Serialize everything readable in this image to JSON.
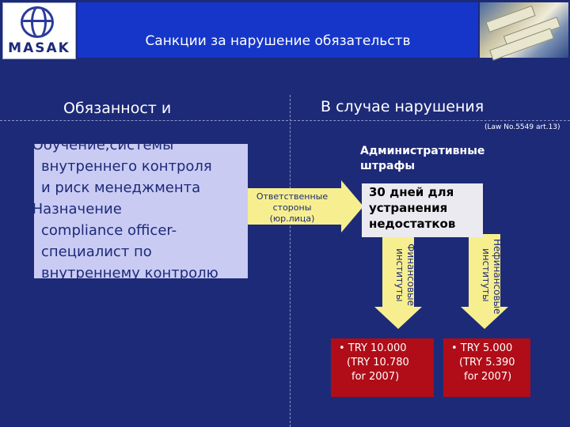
{
  "header": {
    "title": "Санкции за нарушение обязательств",
    "logo_text": "MASAK"
  },
  "left": {
    "heading": "Обязанност и",
    "items": [
      {
        "first": "•Обучение,системы",
        "rest": [
          "внутреннего контроля",
          "и риск менеджмента"
        ]
      },
      {
        "first": "•Назначение",
        "rest": [
          "compliance officer-",
          "специалист по",
          "внутреннему контролю"
        ]
      }
    ]
  },
  "right": {
    "heading": "В случае нарушения",
    "law": "(Law No.5549 art.13)",
    "admin_line1": "Административные",
    "admin_line2": "штрафы",
    "days_lines": [
      "30 дней для",
      "устранения",
      "недостатков"
    ],
    "arrow_label": "Ответственные стороны (юр.лица)",
    "financial_label": "Финансовые институты",
    "nonfinancial_label": "Нефинансовые институты",
    "fine_financial": [
      "• TRY 10.000",
      "(TRY 10.780",
      "for 2007)"
    ],
    "fine_nonfinancial": [
      "• TRY 5.000",
      "(TRY 5.390",
      "for 2007)"
    ]
  },
  "colors": {
    "background": "#1d2a78",
    "banner": "#1536c8",
    "box": "#c9cbf3",
    "arrow": "#f7ef8f",
    "fine": "#b00d18"
  }
}
